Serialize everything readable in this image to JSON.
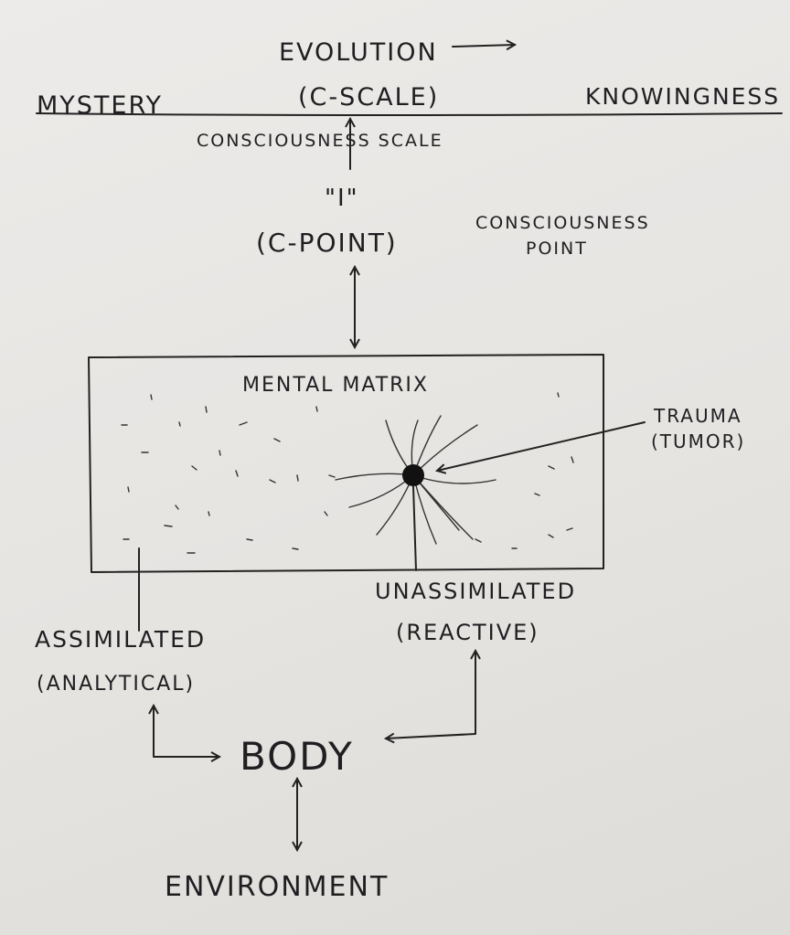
{
  "scale": {
    "evolution": "EVOLUTION",
    "left": "MYSTERY",
    "center": "(C-SCALE)",
    "right": "KNOWINGNESS",
    "caption": "CONSCIOUSNESS SCALE"
  },
  "point": {
    "symbol": "\"I\"",
    "label": "(C-POINT)",
    "caption_line1": "CONSCIOUSNESS",
    "caption_line2": "POINT"
  },
  "matrix": {
    "title": "MENTAL MATRIX",
    "trauma_line1": "TRAUMA",
    "trauma_line2": "(TUMOR)"
  },
  "unassimilated": {
    "line1": "UNASSIMILATED",
    "line2": "(REACTIVE)"
  },
  "assimilated": {
    "line1": "ASSIMILATED",
    "line2": "(ANALYTICAL)"
  },
  "body": "BODY",
  "environment": "ENVIRONMENT"
}
